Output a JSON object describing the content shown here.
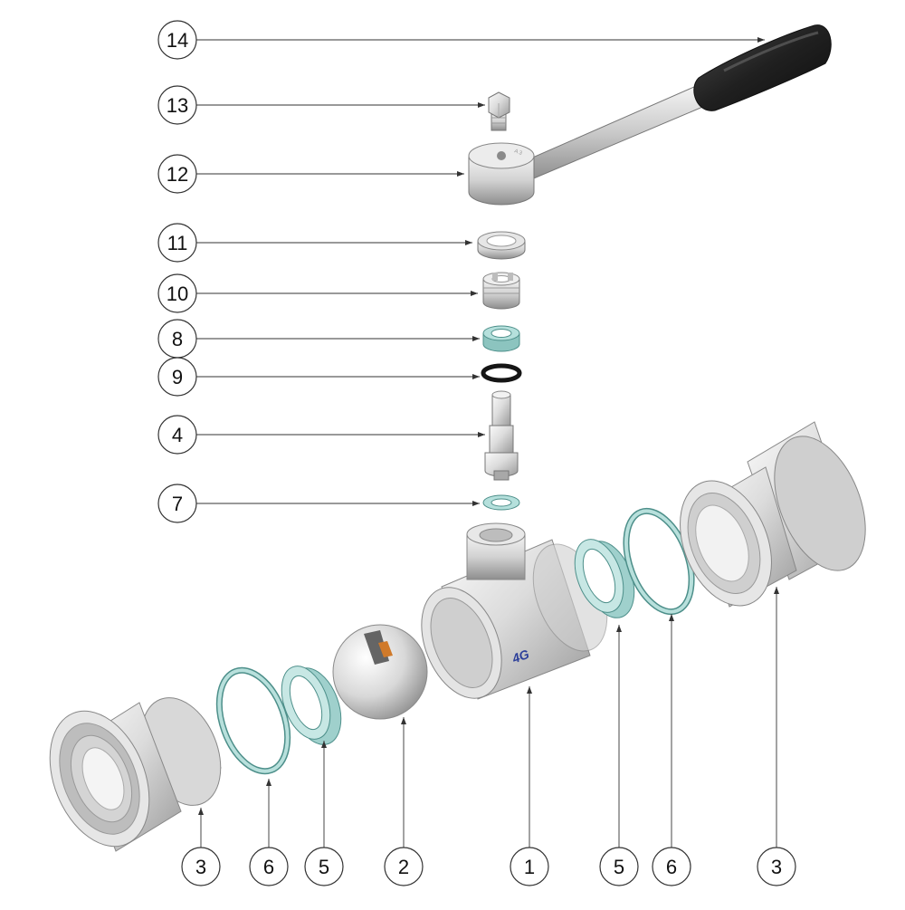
{
  "callouts_left": [
    {
      "number": "14"
    },
    {
      "number": "13"
    },
    {
      "number": "12"
    },
    {
      "number": "11"
    },
    {
      "number": "10"
    },
    {
      "number": "8"
    },
    {
      "number": "9"
    },
    {
      "number": "4"
    },
    {
      "number": "7"
    }
  ],
  "callouts_bottom": [
    {
      "number": "3"
    },
    {
      "number": "6"
    },
    {
      "number": "5"
    },
    {
      "number": "2"
    },
    {
      "number": "1"
    },
    {
      "number": "5"
    },
    {
      "number": "6"
    },
    {
      "number": "3"
    }
  ],
  "body_logo": "4G",
  "colors": {
    "metal": "#d6d6d6",
    "metal_dark": "#9a9a9a",
    "seal": "#9fd0cc",
    "grip": "#2a2a2a",
    "oring": "#151515",
    "logo": "#2c3f9a",
    "line": "#333333"
  }
}
